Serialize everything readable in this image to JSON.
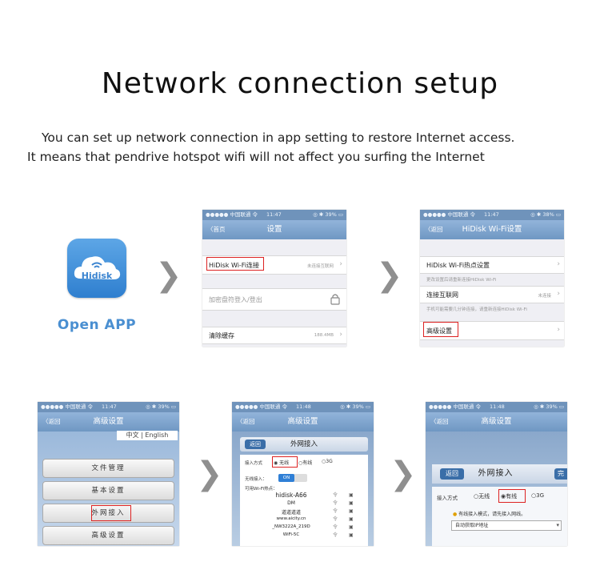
{
  "title": "Network connection setup",
  "subtitle_line1": "You can set up network connection in app setting to restore Internet access.",
  "subtitle_line2": "It means that pendrive hotspot wifi will not affect you surfing the Internet",
  "app_icon": {
    "label": "Hidisk",
    "caption": "Open APP",
    "icon": "cloud-wifi-icon"
  },
  "arrow_glyph": "❯",
  "screen1": {
    "status_left": "●●●●● 中国联通 令",
    "status_time": "11:47",
    "status_right": "◎ ✱ 39% ▭",
    "back": "〈首页",
    "title": "设置",
    "wifi_label": "HiDisk Wi-Fi连接",
    "wifi_value": "未连接互联网",
    "lock_label": "加密盘符登入/登出",
    "cache_label": "清除缓存",
    "cache_value": "188.4MB"
  },
  "screen2": {
    "status_left": "●●●●● 中国联通 令",
    "status_time": "11:47",
    "status_right": "◎ ✱ 38% ▭",
    "back": "〈返回",
    "title": "HiDisk Wi-Fi设置",
    "hotspot_label": "HiDisk Wi-Fi热点设置",
    "hotspot_note": "更改设置后请重新连接HiDisk Wi-Fi",
    "internet_label": "连接互联网",
    "internet_value": "未连接",
    "internet_note": "手机可能需要几分钟连接，请重新连接HiDisk Wi-Fi",
    "advanced_label": "高级设置"
  },
  "screen3": {
    "status_left": "●●●●● 中国联通 令",
    "status_time": "11:47",
    "status_right": "◎ ✱ 39% ▭",
    "back": "〈返回",
    "title": "高级设置",
    "lang": "中文 | English",
    "items": [
      "文件管理",
      "基本设置",
      "外网接入",
      "高级设置"
    ]
  },
  "screen4": {
    "status_left": "●●●●● 中国联通 令",
    "status_time": "11:48",
    "status_right": "◎ ✱ 39% ▭",
    "back": "〈返回",
    "title": "高级设置",
    "panel_back": "返回",
    "panel_title": "外网接入",
    "mode_label": "接入方式",
    "mode_wireless": "无线",
    "mode_wired": "有线",
    "mode_3g": "3G",
    "wireless_label": "无线接入：",
    "toggle": "ON",
    "list_label": "可用Wi-Fi热点：",
    "networks": [
      "hidisk-A66",
      "DM",
      "道道道道",
      "www.aicity.cn",
      "_NW3222A_219D",
      "WiFi-5C"
    ]
  },
  "screen5": {
    "status_left": "●●●●● 中国联通 令",
    "status_time": "11:48",
    "status_right": "◎ ✱ 39% ▭",
    "back": "〈返回",
    "title": "高级设置",
    "panel_back": "返回",
    "panel_title": "外网接入",
    "panel_next": "完",
    "mode_label": "接入方式",
    "mode_wireless": "无线",
    "mode_wired": "有线",
    "mode_3g": "3G",
    "notice": "有线接入模式，请先接入网线。",
    "select_value": "自动获取IP地址"
  }
}
